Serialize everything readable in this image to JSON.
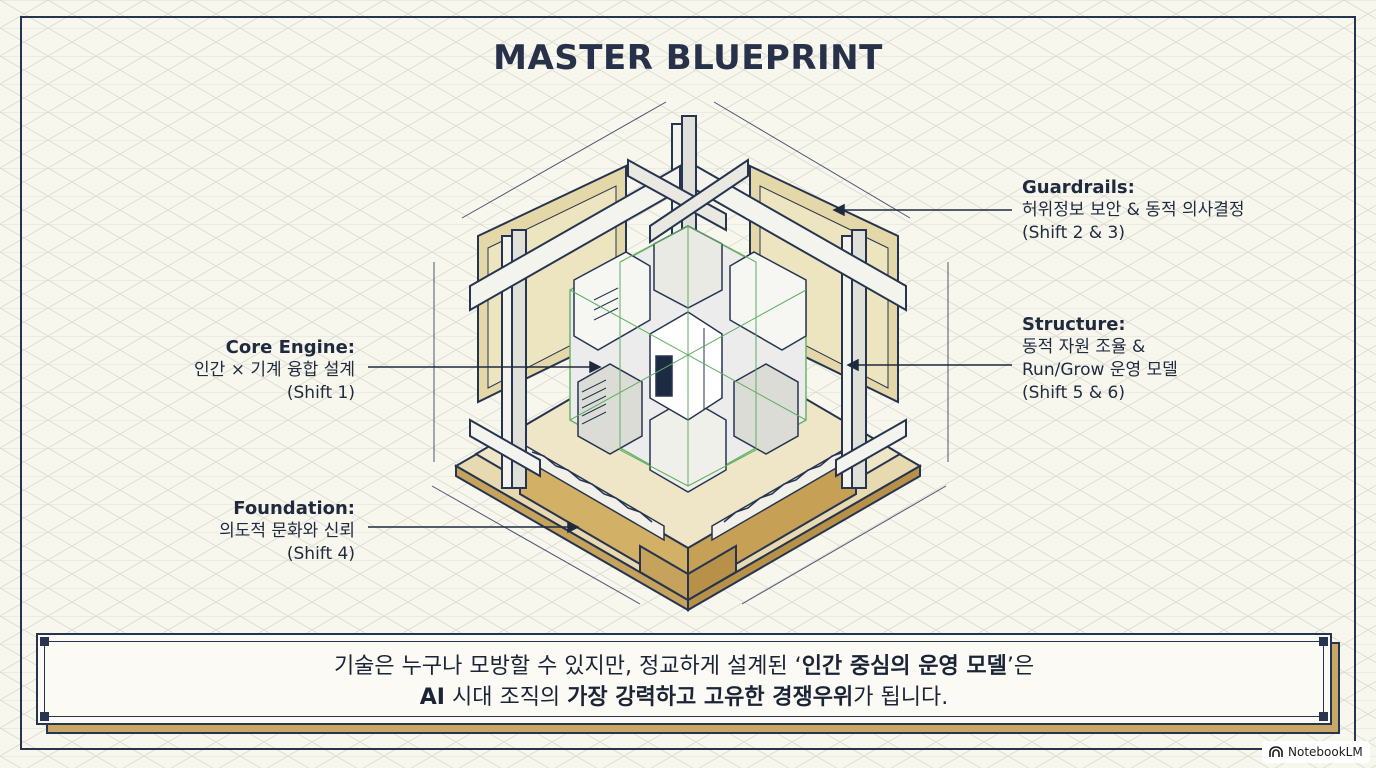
{
  "title": "MASTER BLUEPRINT",
  "labels": {
    "core_engine": {
      "head": "Core Engine:",
      "line1": "인간 × 기계 융합 설계",
      "line2": "(Shift 1)"
    },
    "foundation": {
      "head": "Foundation:",
      "line1": "의도적 문화와 신뢰",
      "line2": "(Shift 4)"
    },
    "guardrails": {
      "head": "Guardrails:",
      "line1": "허위정보 보안 & 동적 의사결정",
      "line2": "(Shift 2 & 3)"
    },
    "structure": {
      "head": "Structure:",
      "line1": "동적 자원 조율 &",
      "line2": "Run/Grow 운영 모델",
      "line3": "(Shift 5 & 6)"
    }
  },
  "banner": {
    "line1_a": "기술은 누구나 모방할 수 있지만, 정교하게 설계된 ‘",
    "line1_b": "인간 중심의 운영 모델",
    "line1_c": "’은",
    "line2_a": "AI",
    "line2_b": " 시대 조직의 ",
    "line2_c": "가장 강력하고 고유한 경쟁우위",
    "line2_d": "가 됩니다."
  },
  "badge": {
    "text": "NotebookLM",
    "icon": "notebooklm-icon"
  },
  "colors": {
    "navy": "#26344f",
    "gold": "#c9a766",
    "green": "#5fae62",
    "paper": "#f8f7ee"
  }
}
